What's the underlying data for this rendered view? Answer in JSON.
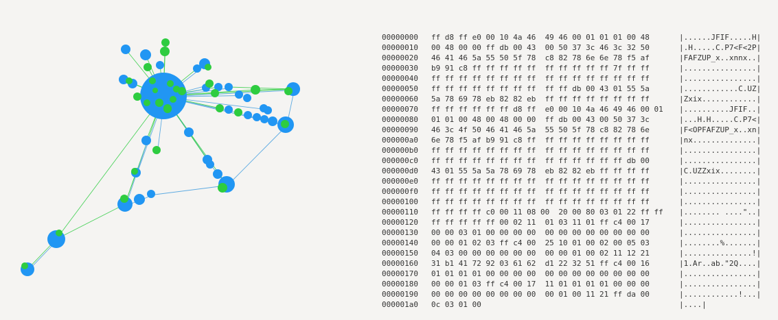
{
  "colors": {
    "background": "#f5f4f2",
    "node_blue": "#2196f3",
    "node_green": "#2ecc40",
    "edge_green": "#3ccf4e",
    "edge_blue": "#4da3e0",
    "hex_text": "#333333"
  },
  "graph": {
    "node_types": [
      "blue",
      "green"
    ]
  },
  "hex_dump": {
    "rows": [
      {
        "offset": "00000000",
        "hex": "ff d8 ff e0 00 10 4a 46  49 46 00 01 01 01 00 48",
        "ascii": "|......JFIF.....H|"
      },
      {
        "offset": "00000010",
        "hex": "00 48 00 00 ff db 00 43  00 50 37 3c 46 3c 32 50",
        "ascii": "|.H.....C.P7<F<2P|"
      },
      {
        "offset": "00000020",
        "hex": "46 41 46 5a 55 50 5f 78  c8 82 78 6e 6e 78 f5 af",
        "ascii": "|FAFZUP_x..xnnx..|"
      },
      {
        "offset": "00000030",
        "hex": "b9 91 c8 ff ff ff ff ff  ff ff ff ff ff 7f ff ff",
        "ascii": "|................|"
      },
      {
        "offset": "00000040",
        "hex": "ff ff ff ff ff ff ff ff  ff ff ff ff ff ff ff ff",
        "ascii": "|................|"
      },
      {
        "offset": "00000050",
        "hex": "ff ff ff ff ff ff ff ff  ff ff db 00 43 01 55 5a",
        "ascii": "|............C.UZ|"
      },
      {
        "offset": "00000060",
        "hex": "5a 78 69 78 eb 82 82 eb  ff ff ff ff ff ff ff ff",
        "ascii": "|Zxix............|"
      },
      {
        "offset": "00000070",
        "hex": "ff ff ff ff ff ff d8 ff  e0 00 10 4a 46 49 46 00 01",
        "ascii": "|..........JFIF..|"
      },
      {
        "offset": "00000080",
        "hex": "01 01 00 48 00 48 00 00  ff db 00 43 00 50 37 3c",
        "ascii": "|...H.H.....C.P7<|"
      },
      {
        "offset": "00000090",
        "hex": "46 3c 4f 50 46 41 46 5a  55 50 5f 78 c8 82 78 6e",
        "ascii": "|F<OPFAFZUP_x..xn|"
      },
      {
        "offset": "000000a0",
        "hex": "6e 78 f5 af b9 91 c8 ff  ff ff ff ff ff ff ff ff",
        "ascii": "|nx..............|"
      },
      {
        "offset": "000000b0",
        "hex": "ff ff ff ff ff ff ff ff  ff ff ff ff ff ff ff ff",
        "ascii": "|................|"
      },
      {
        "offset": "000000c0",
        "hex": "ff ff ff ff ff ff ff ff  ff ff ff ff ff ff db 00",
        "ascii": "|................|"
      },
      {
        "offset": "000000d0",
        "hex": "43 01 55 5a 5a 78 69 78  eb 82 82 eb ff ff ff ff",
        "ascii": "|C.UZZxix........|"
      },
      {
        "offset": "000000e0",
        "hex": "ff ff ff ff ff ff ff ff  ff ff ff ff ff ff ff ff",
        "ascii": "|................|"
      },
      {
        "offset": "000000f0",
        "hex": "ff ff ff ff ff ff ff ff  ff ff ff ff ff ff ff ff",
        "ascii": "|................|"
      },
      {
        "offset": "00000100",
        "hex": "ff ff ff ff ff ff ff ff  ff ff ff ff ff ff ff ff",
        "ascii": "|................|"
      },
      {
        "offset": "00000110",
        "hex": "ff ff ff ff c0 00 11 08 00  20 00 80 03 01 22 ff ff",
        "ascii": "|........ ....\"..|"
      },
      {
        "offset": "00000120",
        "hex": "ff ff ff ff ff 00 02 11  01 03 11 01 ff c4 00 17",
        "ascii": "|................|"
      },
      {
        "offset": "00000130",
        "hex": "00 00 03 01 00 00 00 00  00 00 00 00 00 00 00 00",
        "ascii": "|................|"
      },
      {
        "offset": "00000140",
        "hex": "00 00 01 02 03 ff c4 00  25 10 01 00 02 00 05 03",
        "ascii": "|........%.......|"
      },
      {
        "offset": "00000150",
        "hex": "04 03 00 00 00 00 00 00  00 00 01 00 02 11 12 21",
        "ascii": "|...............!|"
      },
      {
        "offset": "00000160",
        "hex": "31 b1 41 72 92 03 61 62  d1 22 32 51 ff c4 00 16",
        "ascii": "|1.Ar..ab.\"2Q....|"
      },
      {
        "offset": "00000170",
        "hex": "01 01 01 01 00 00 00 00  00 00 00 00 00 00 00 00",
        "ascii": "|................|"
      },
      {
        "offset": "00000180",
        "hex": "00 00 01 03 ff c4 00 17  11 01 01 01 01 00 00 00",
        "ascii": "|................|"
      },
      {
        "offset": "00000190",
        "hex": "00 00 00 00 00 00 00 00  00 01 00 11 21 ff da 00",
        "ascii": "|............!...|"
      },
      {
        "offset": "000001a0",
        "hex": "0c 03 01 00",
        "ascii": "|....|"
      }
    ]
  }
}
